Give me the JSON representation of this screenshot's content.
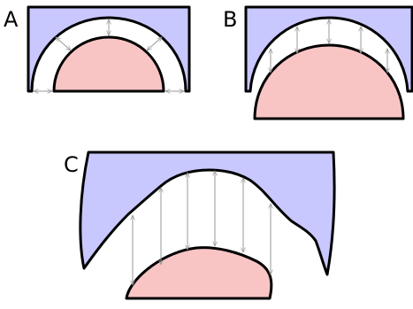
{
  "panels": [
    {
      "label": "A"
    },
    {
      "label": "B"
    },
    {
      "label": "C"
    }
  ],
  "colors": {
    "outer_fill": "#c8c8ff",
    "inner_fill": "#f8c4c4",
    "stroke": "#000000",
    "arrow": "#9a9a9a",
    "background": "#ffffff"
  }
}
